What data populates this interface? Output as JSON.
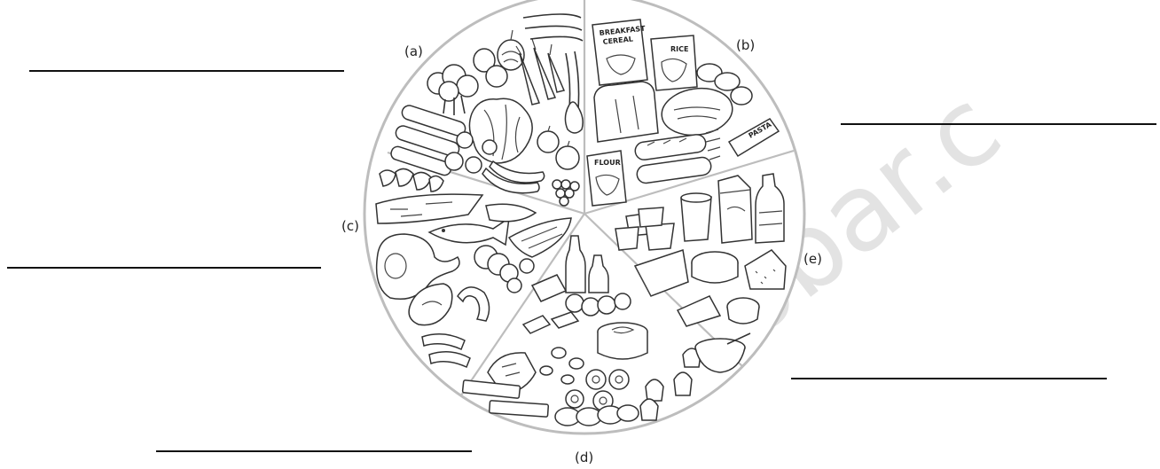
{
  "diagram": {
    "section_labels": [
      {
        "key": "a",
        "text": "(a)"
      },
      {
        "key": "b",
        "text": "(b)"
      },
      {
        "key": "c",
        "text": "(c)"
      },
      {
        "key": "d",
        "text": "(d)"
      },
      {
        "key": "e",
        "text": "(e)"
      }
    ],
    "answer_blanks": [
      "a",
      "b",
      "c",
      "d",
      "e"
    ],
    "package_text": {
      "cereal_line1": "BREAKFAST",
      "cereal_line2": "CEREAL",
      "rice": "RICE",
      "pasta": "PASTA",
      "flour": "FLOUR"
    },
    "watermark": "obar.c",
    "colors": {
      "ink": "#333333",
      "rim": "#bdbdbd",
      "line": "#111111"
    }
  }
}
